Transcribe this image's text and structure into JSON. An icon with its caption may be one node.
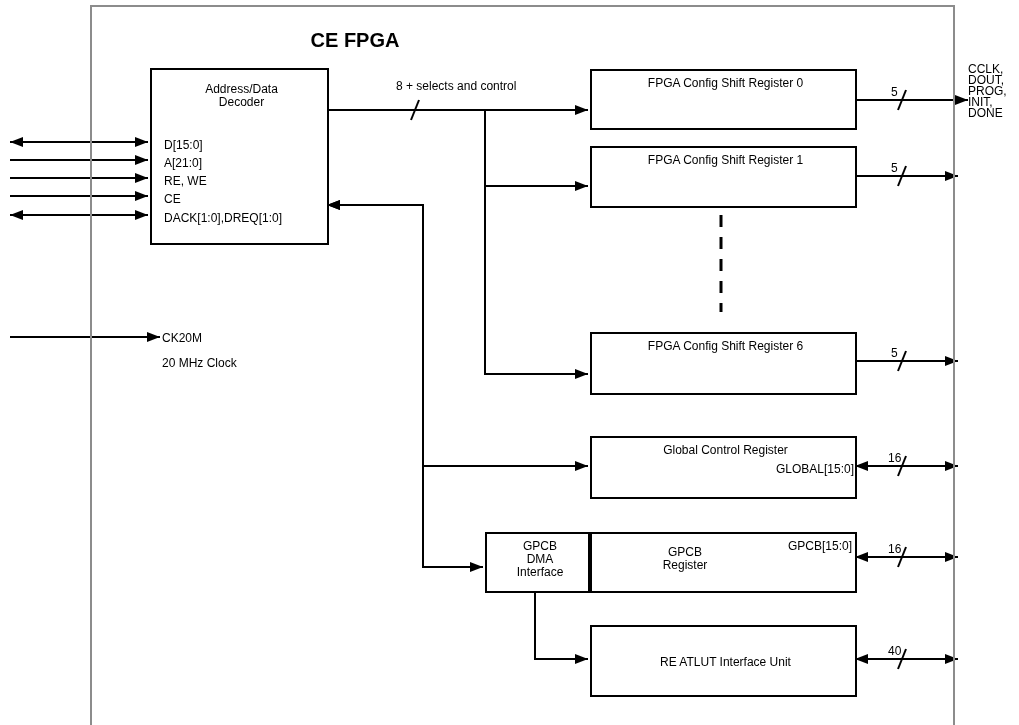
{
  "diagram": {
    "nodes": [
      {
        "text": [
          "CE FPGA"
        ]
      },
      {
        "text": [
          "Address/Data Decoder",
          "D[15:0]",
          "A[21:0]",
          "RE, WE",
          "CE",
          "DACK[1:0],DREQ[1:0]"
        ],
        "in": 0
      },
      {
        "text": [
          "FPGA Config Shift Register 0"
        ],
        "in": 0
      },
      {
        "text": [
          "FPGA Config Shift Register 1"
        ],
        "in": 0
      },
      {
        "text": [
          "FPGA Config Shift Register 6"
        ],
        "in": 0
      },
      {
        "text": [
          "Global Control Register",
          "GLOBAL[15:0]"
        ],
        "in": 0
      },
      {
        "text": [
          "GPCB DMA Interface"
        ],
        "in": 0
      },
      {
        "text": [
          "GPCB Register",
          "GPCB[15:0]"
        ],
        "in": 0
      },
      {
        "text": [
          "RE ATLUT Interface Unit"
        ],
        "in": 0
      },
      {
        "text": [
          "CK20M"
        ],
        "beside": [
          "20 MHz Clock"
        ],
        "in": 0
      },
      {
        "text": [
          "CCLK, DOUT, PROG, INIT, DONE"
        ]
      }
    ],
    "edges": [
      {
        "from": null,
        "to": 1,
        "arrow": "both"
      },
      {
        "from": null,
        "to": 1,
        "arrow": "to"
      },
      {
        "from": null,
        "to": 1,
        "arrow": "to"
      },
      {
        "from": null,
        "to": 1,
        "arrow": "to"
      },
      {
        "from": null,
        "to": 1,
        "arrow": "both"
      },
      {
        "from": null,
        "to": 9,
        "arrow": "to"
      },
      {
        "from": 1,
        "to": 2,
        "arrow": "to",
        "label": "8 + selects and control"
      },
      {
        "from": 1,
        "to": 3,
        "arrow": "to"
      },
      {
        "from": 1,
        "to": 4,
        "arrow": "to"
      },
      {
        "from": 1,
        "to": 5,
        "arrow": "both"
      },
      {
        "from": 1,
        "to": 6,
        "arrow": "both"
      },
      {
        "from": 6,
        "to": 8,
        "arrow": "to"
      },
      {
        "from": 2,
        "to": 10,
        "arrow": "to",
        "label": "5"
      },
      {
        "from": 3,
        "to": null,
        "arrow": "to",
        "label": "5"
      },
      {
        "from": 4,
        "to": null,
        "arrow": "to",
        "label": "5"
      },
      {
        "from": 5,
        "to": null,
        "arrow": "both",
        "label": "16"
      },
      {
        "from": 7,
        "to": null,
        "arrow": "both",
        "label": "16"
      },
      {
        "from": 8,
        "to": null,
        "arrow": "both",
        "label": "40"
      }
    ]
  }
}
